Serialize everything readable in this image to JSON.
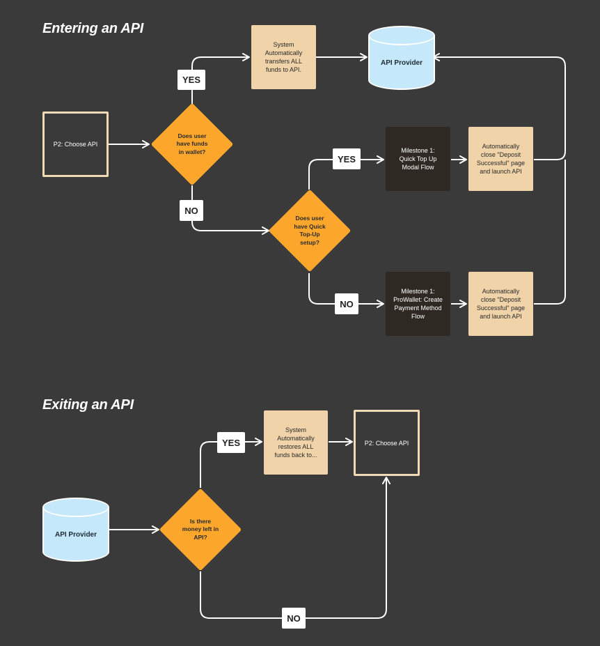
{
  "sections": {
    "entering_title": "Entering an API",
    "exiting_title": "Exiting an API"
  },
  "colors": {
    "background": "#3a3a3a",
    "decision": "#fca72c",
    "process_light": "#f0d3a8",
    "process_dark": "#2f2924",
    "database": "#c6e8fb",
    "connector": "#ffffff"
  },
  "entering": {
    "start": "P2: Choose API",
    "decision_funds": "Does user\nhave funds\nin wallet?",
    "yes1": "YES",
    "no1": "NO",
    "auto_transfer": "System\nAutomatically\ntransfers ALL\nfunds to API.",
    "api_provider": "API Provider",
    "decision_quick": "Does user\nhave Quick\nTop-Up\nsetup?",
    "yes2": "YES",
    "no2": "NO",
    "quick_topup": "Milestone 1:\nQuick Top Up\nModal Flow",
    "create_payment": "Milestone 1:\nProWallet: Create\nPayment Method\nFlow",
    "close_deposit_1": "Automatically\nclose \"Deposit\nSuccessful\" page\nand launch API",
    "close_deposit_2": "Automatically\nclose \"Deposit\nSuccessful\" page\nand launch API"
  },
  "exiting": {
    "api_provider": "API Provider",
    "decision_money": "Is there\nmoney left in\nAPI?",
    "yes": "YES",
    "no": "NO",
    "auto_restore": "System\nAutomatically\nrestores ALL\nfunds back to...",
    "end": "P2: Choose API"
  }
}
